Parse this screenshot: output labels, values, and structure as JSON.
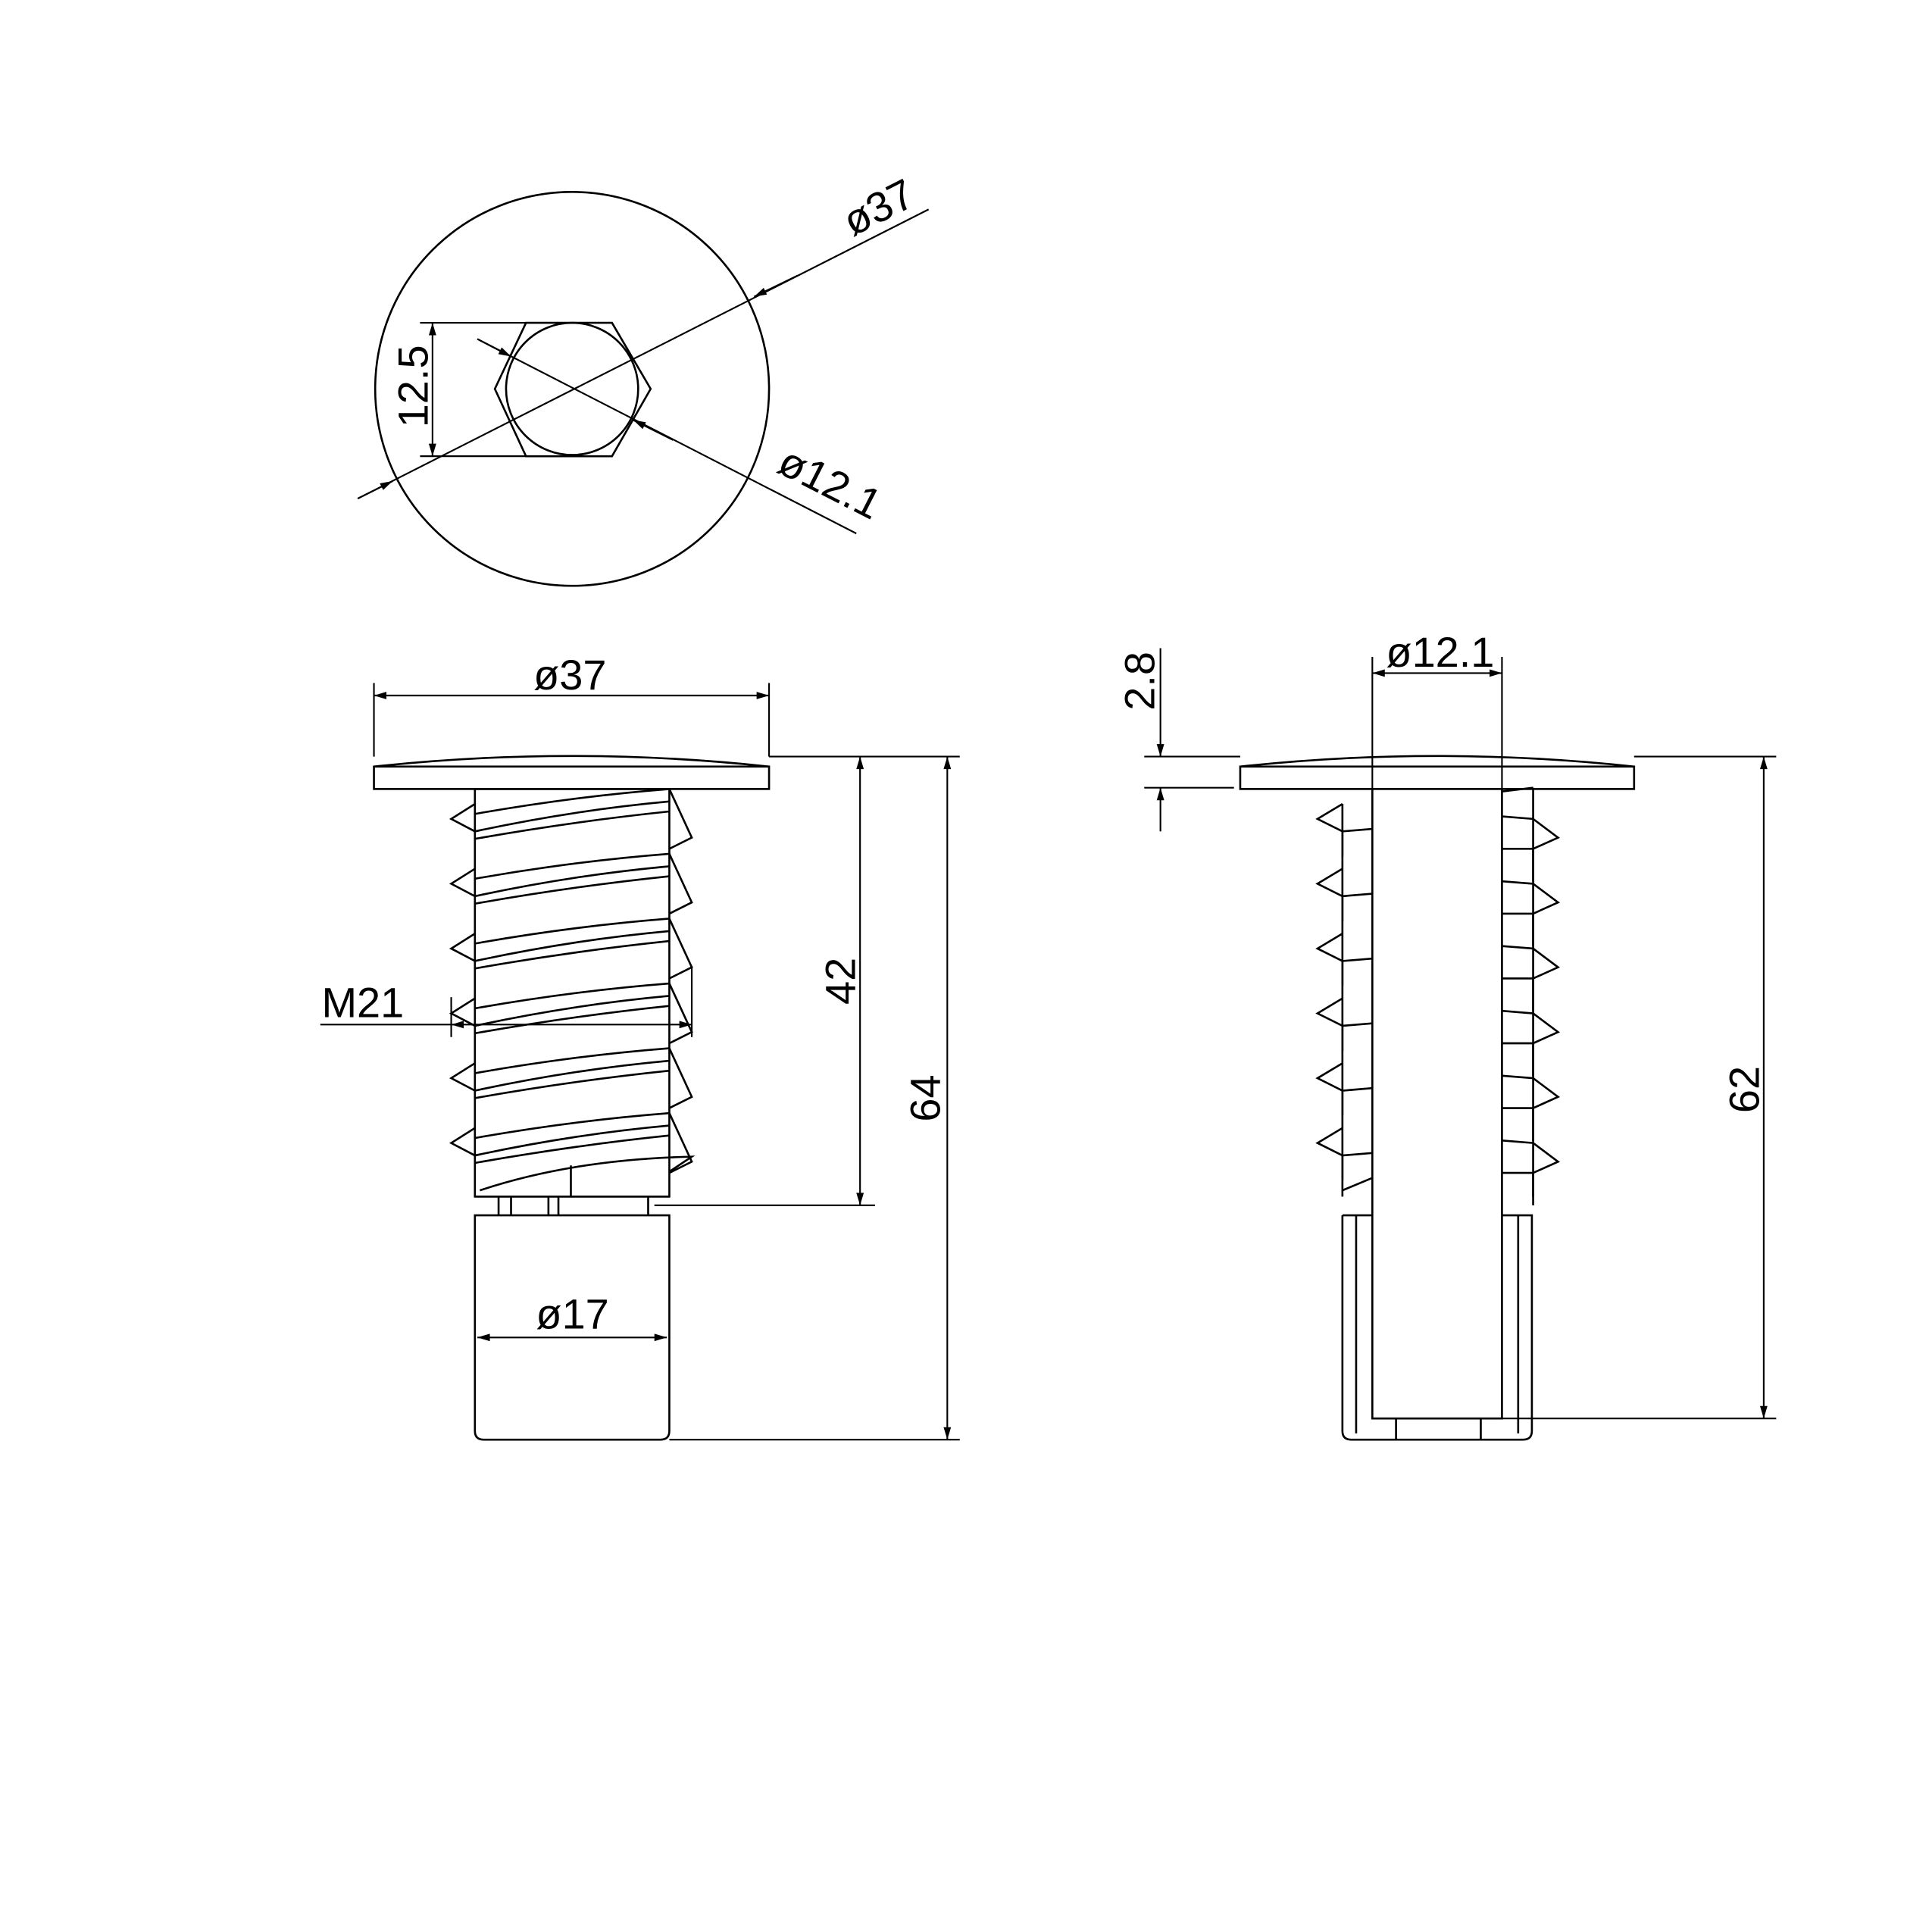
{
  "top_view": {
    "outer_diameter_label": "ø37",
    "hex_height_label": "12.5",
    "inner_diameter_label": "ø12.1"
  },
  "front_view": {
    "head_diameter_label": "ø37",
    "thread_label": "M21",
    "thread_length_label": "42",
    "total_length_label": "64",
    "lower_diameter_label": "ø17"
  },
  "side_view": {
    "bore_diameter_label": "ø12.1",
    "head_thickness_label": "2.8",
    "length_label": "62"
  },
  "colors": {
    "line": "#000000",
    "background": "#ffffff"
  }
}
